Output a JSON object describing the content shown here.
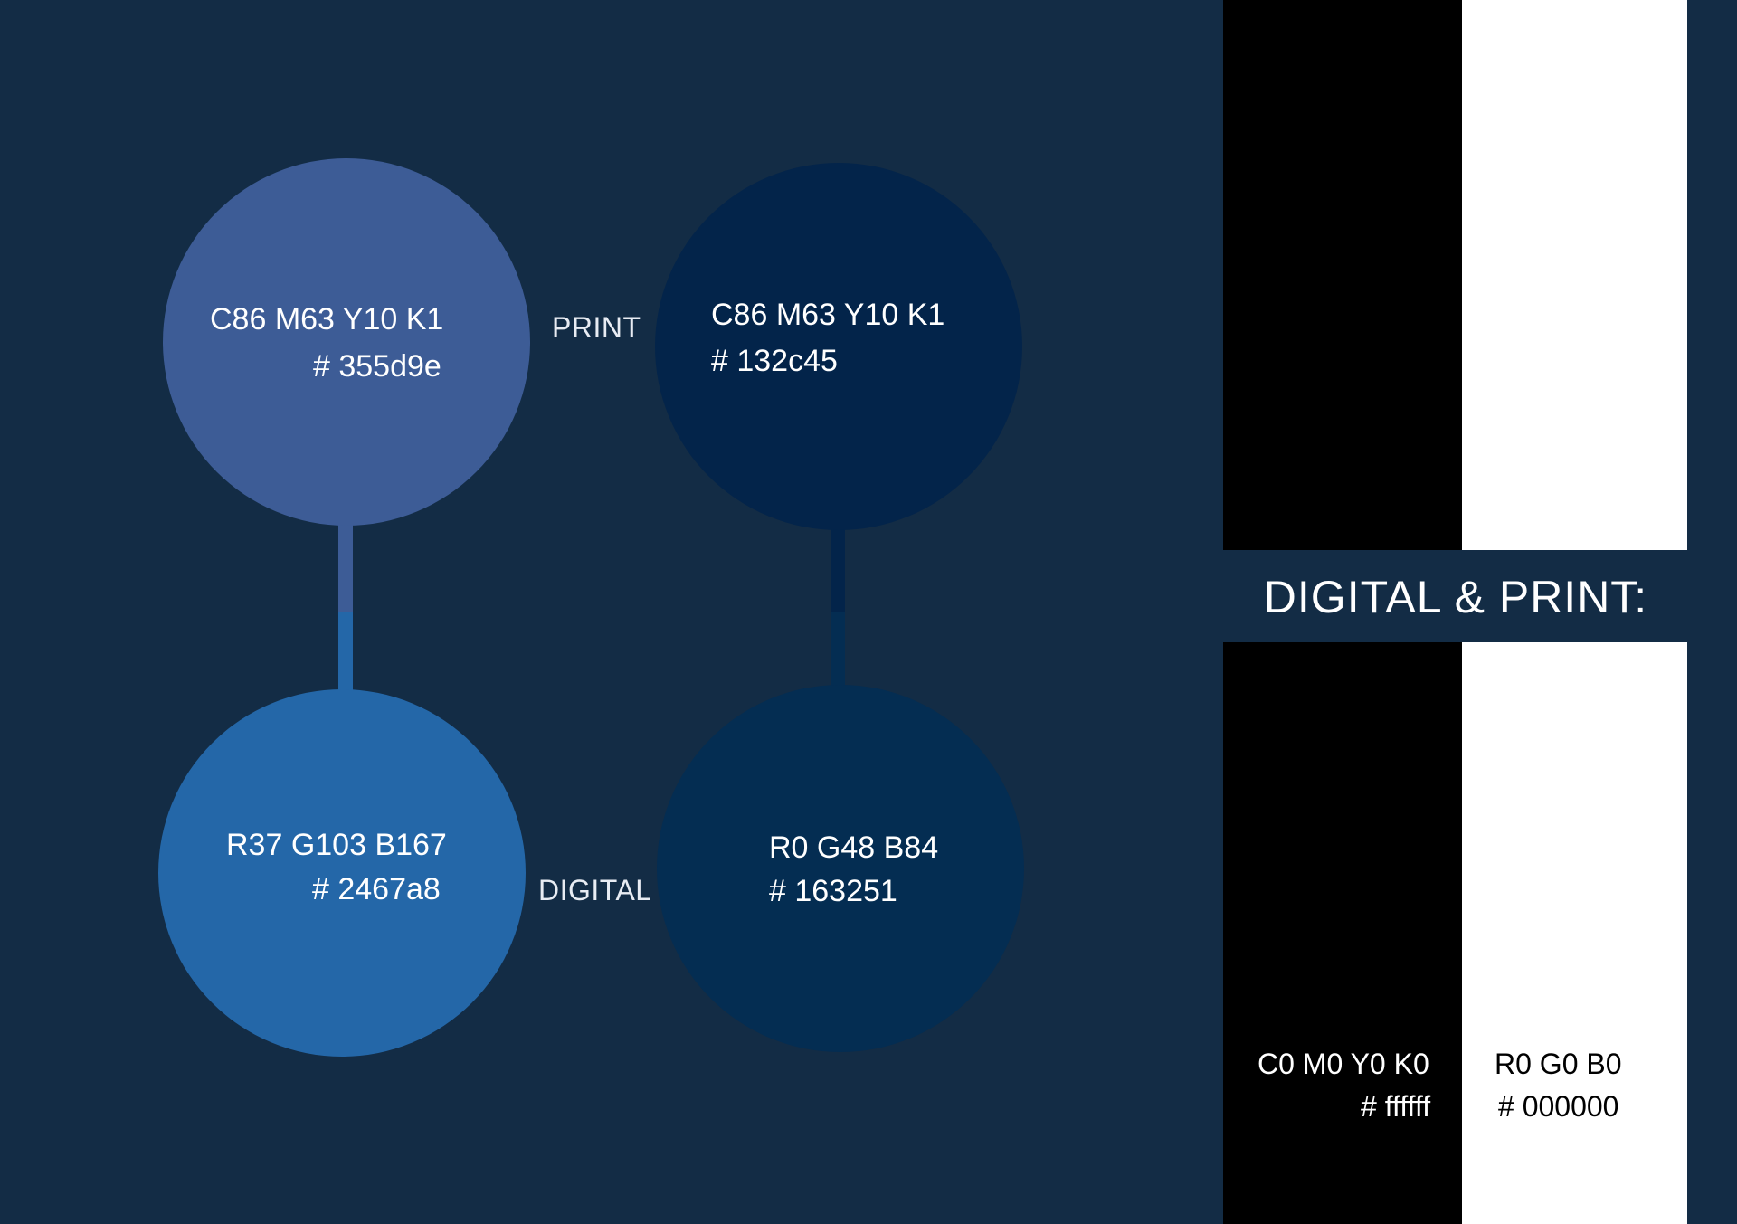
{
  "colors": {
    "background": "#132c45",
    "print_light": "#3d5c96",
    "print_dark": "#03244a",
    "digital_light": "#2467a8",
    "digital_dark": "#042d52",
    "black": "#000000",
    "white": "#ffffff"
  },
  "labels": {
    "print": "PRINT",
    "digital": "DIGITAL"
  },
  "print_light": {
    "cmyk": "C86 M63 Y10 K1",
    "hex": "# 355d9e"
  },
  "print_dark": {
    "cmyk": "C86 M63 Y10 K1",
    "hex": "# 132c45"
  },
  "digital_light": {
    "rgb": "R37 G103 B167",
    "hex": "# 2467a8"
  },
  "digital_dark": {
    "rgb": "R0 G48 B84",
    "hex": "# 163251"
  },
  "side_panel": {
    "title": "DIGITAL & PRINT:",
    "black_cmyk": "C0 M0 Y0 K0",
    "black_hex": "# ffffff",
    "white_rgb": "R0 G0 B0",
    "white_hex": "# 000000"
  }
}
